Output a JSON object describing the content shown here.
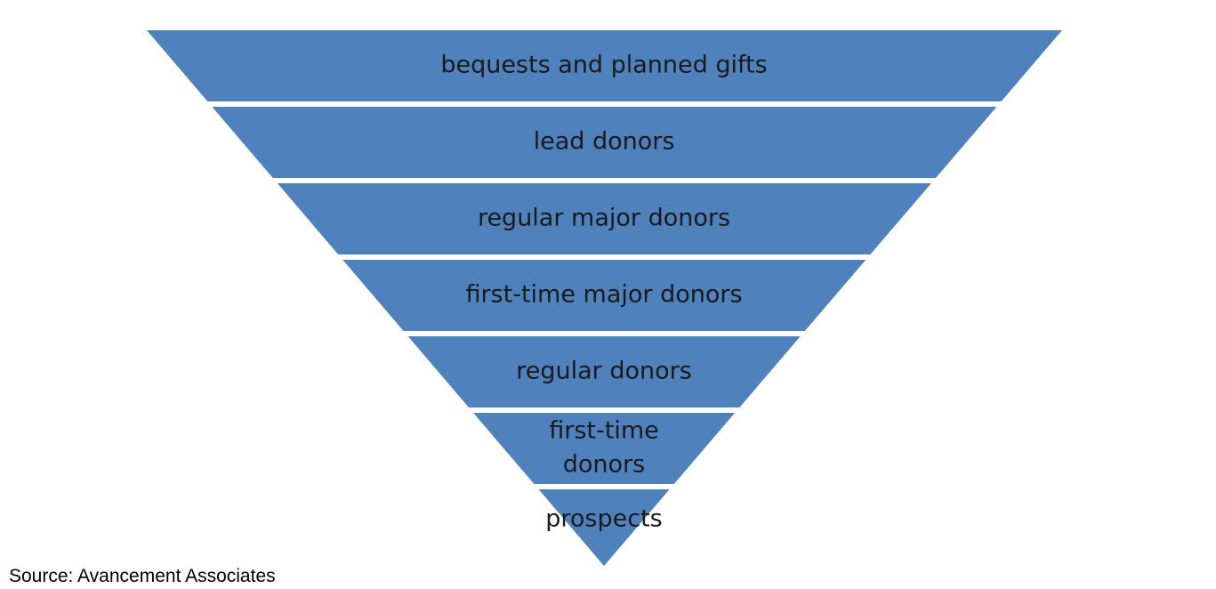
{
  "diagram": {
    "type": "inverted-pyramid",
    "fill_color": "#4f81bd",
    "text_color": "#1a1a1a",
    "tiers": [
      {
        "lines": [
          "bequests and planned gifts"
        ]
      },
      {
        "lines": [
          "lead donors"
        ]
      },
      {
        "lines": [
          "regular major donors"
        ]
      },
      {
        "lines": [
          "first-time major donors"
        ]
      },
      {
        "lines": [
          "regular donors"
        ]
      },
      {
        "lines": [
          "first-time",
          "donors"
        ]
      },
      {
        "lines": [
          "prospects"
        ]
      }
    ]
  },
  "source": "Source: Avancement Associates"
}
